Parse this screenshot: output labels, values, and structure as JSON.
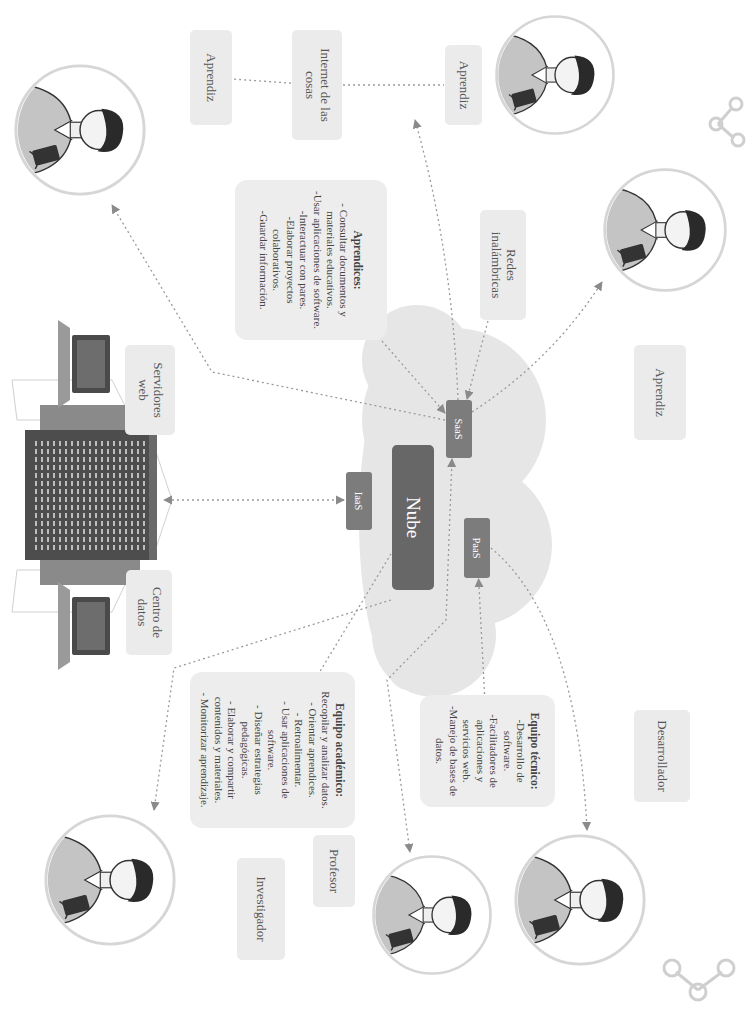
{
  "diagram": {
    "nodes": [
      {
        "text": [
          "Aprendiz"
        ]
      },
      {
        "text": [
          "Aprendiz"
        ]
      },
      {
        "text": [
          "Redes inalámbricas"
        ]
      },
      {
        "text": [
          "Internet de las cosas"
        ]
      },
      {
        "text": [
          "Aprendiz"
        ]
      },
      {
        "text": [
          "Aprendices:",
          "- Consultar documentos y materiales educativos.",
          "-Usar aplicaciones de software.",
          "-Interactuar con pares.",
          "-Elaborar proyectos colaborativos.",
          "-Guardar información."
        ]
      },
      {
        "text": [
          "Servidores web"
        ]
      },
      {
        "text": [
          "SaaS"
        ]
      },
      {
        "text": [
          "Nube"
        ]
      },
      {
        "text": [
          "PaaS"
        ]
      },
      {
        "text": [
          "IaaS"
        ]
      },
      {
        "text": [
          "Centro de datos"
        ]
      },
      {
        "text": [
          "Equipo técnico:",
          "-Desarrollo de software.",
          "-Facilitadores de aplicaciones y servicios web.",
          "-Manejo de bases de datos."
        ]
      },
      {
        "text": [
          "Desarrollador"
        ]
      },
      {
        "text": [
          "Equipo académico:",
          "Recopilar y analizar datos.",
          "- Orientar aprendices.",
          "- Retroalimentar.",
          "- Usar aplicaciones de software.",
          "- Diseñar estrategias pedagógicas.",
          "- Elaborar y compartir contenidos y materiales.",
          "- Monitorizar aprendizaje."
        ]
      },
      {
        "text": [
          "Profesor"
        ]
      },
      {
        "text": [
          "Investigador"
        ]
      }
    ],
    "edges": [
      {
        "from": 3,
        "to": 0,
        "arrow": "none"
      },
      {
        "from": 3,
        "to": 4,
        "arrow": "none"
      },
      {
        "from": 2,
        "to": 7,
        "arrow": "to"
      },
      {
        "from": 5,
        "to": 7,
        "arrow": "to"
      },
      {
        "from": 12,
        "to": 9,
        "arrow": "to"
      },
      {
        "from": 14,
        "to": 8,
        "arrow": "none"
      }
    ]
  }
}
